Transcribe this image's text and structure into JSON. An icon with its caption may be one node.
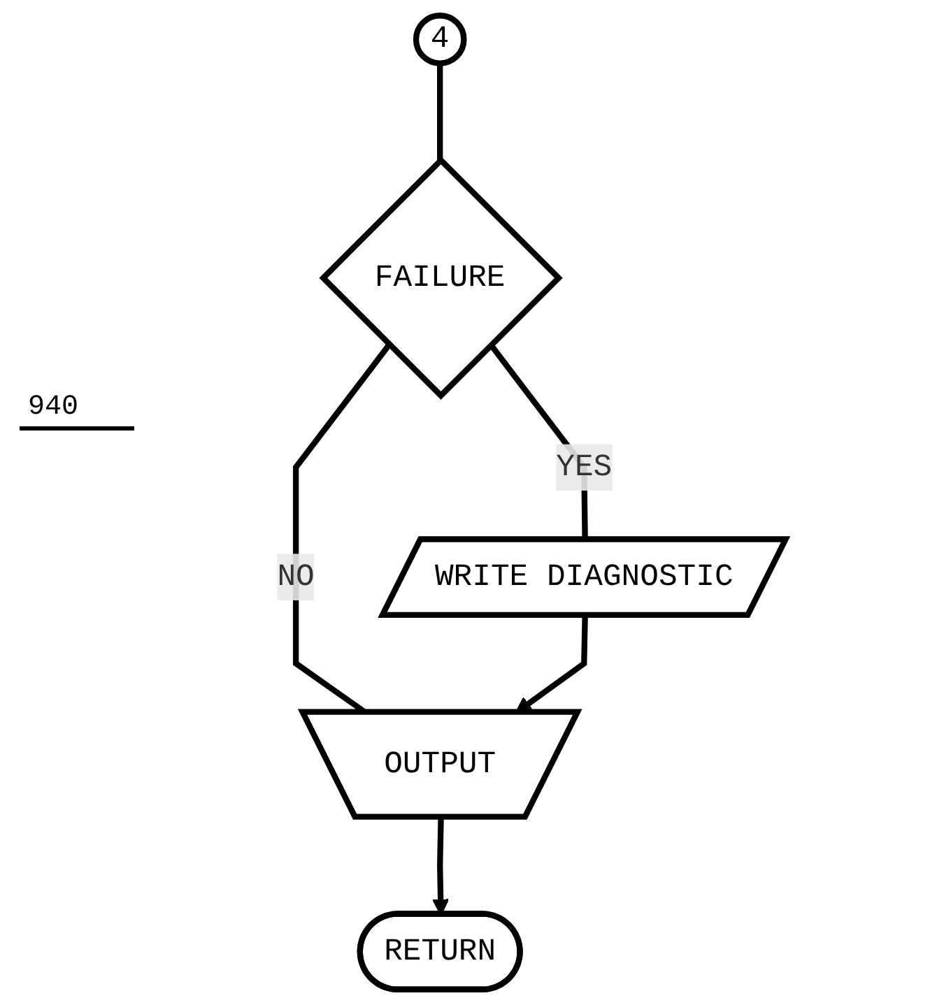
{
  "diagram": {
    "nodes": [
      {
        "text": [
          "4"
        ]
      },
      {
        "text": [
          "FAILURE"
        ]
      },
      {
        "text": [
          "WRITE DIAGNOSTIC"
        ]
      },
      {
        "text": [
          "OUTPUT"
        ]
      },
      {
        "text": [
          "RETURN"
        ]
      }
    ],
    "edges": [
      {
        "from": 0,
        "to": 1,
        "arrow": "none"
      },
      {
        "from": 1,
        "to": 2,
        "arrow": "none",
        "label": "YES"
      },
      {
        "from": 1,
        "to": 3,
        "arrow": "none",
        "label": "NO"
      },
      {
        "from": 2,
        "to": 3,
        "arrow": "to"
      },
      {
        "from": 3,
        "to": 4,
        "arrow": "to"
      }
    ],
    "labels": [
      "940"
    ]
  }
}
